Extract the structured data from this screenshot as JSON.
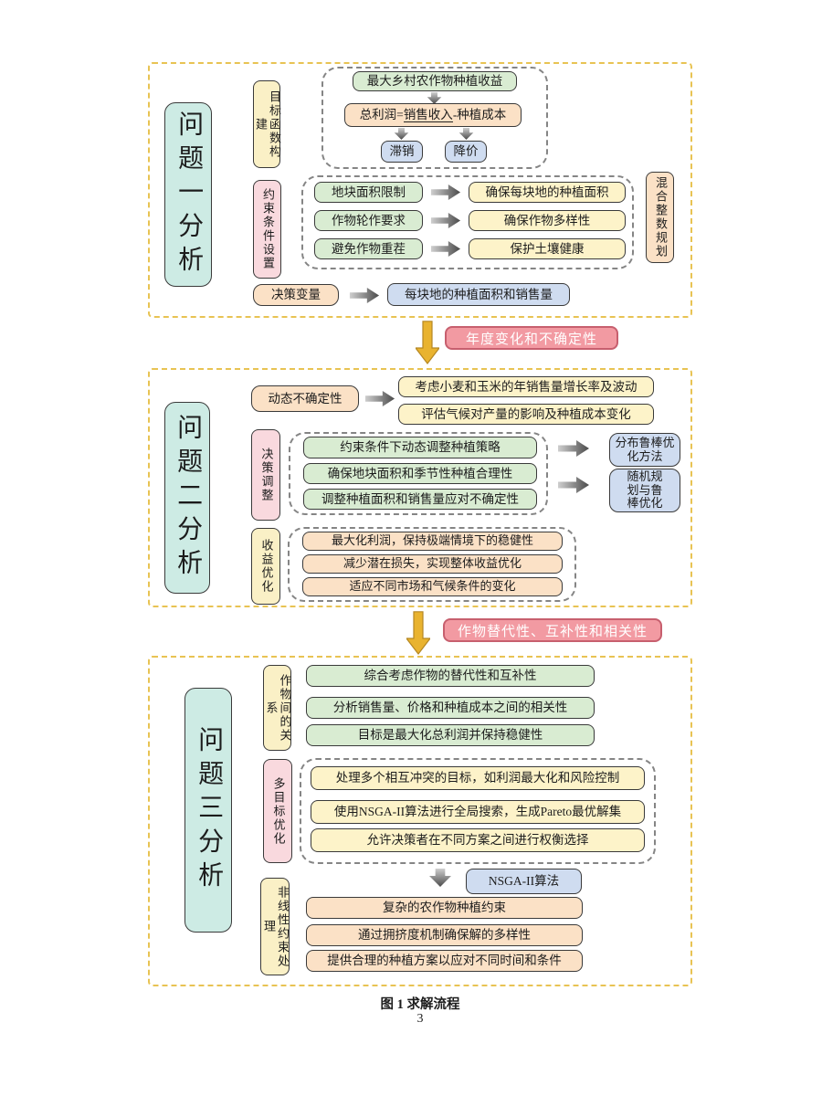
{
  "caption": {
    "figure": "图 1 求解流程",
    "page": "3"
  },
  "colors": {
    "section_border": "#e8c353",
    "group_border": "#858585",
    "teal": "#cdebe4",
    "cream": "#faf0c6",
    "pink": "#f9d9de",
    "peach": "#fbe1c6",
    "green": "#d9ecd2",
    "yellow": "#fdf3c9",
    "blue": "#cfdcf0",
    "transition_fill": "#f29aa2",
    "transition_border": "#c75f6e",
    "gold_arrow": "#e9b32f",
    "gray_arrow_dark": "#4a4a4a"
  },
  "s1": {
    "title": "问题一分析",
    "obj_label": "目标函数构建",
    "goal": "最大乡村农作物种植收益",
    "formula_pre": "总利润=",
    "formula_u": "销售收入",
    "formula_post": "-种植成本",
    "outcome1": "滞销",
    "outcome2": "降价",
    "cons_label": "约束条件设置",
    "cons": [
      {
        "from": "地块面积限制",
        "to": "确保每块地的种植面积"
      },
      {
        "from": "作物轮作要求",
        "to": "确保作物多样性"
      },
      {
        "from": "避免作物重茬",
        "to": "保护土壤健康"
      }
    ],
    "method": "混合整数规划",
    "dec_label": "决策变量",
    "dec_to": "每块地的种植面积和销售量"
  },
  "t1": "年度变化和不确定性",
  "s2": {
    "title": "问题二分析",
    "dyn_label": "动态不确定性",
    "dyn": [
      "考虑小麦和玉米的年销售量增长率及波动",
      "评估气候对产量的影响及种植成本变化"
    ],
    "adj_label": "决策调整",
    "adj": [
      "约束条件下动态调整种植策略",
      "确保地块面积和季节性种植合理性",
      "调整种植面积和销售量应对不确定性"
    ],
    "method1": "分布鲁棒优化方法",
    "method2": "随机规划与鲁棒优化",
    "rev_label": "收益优化",
    "rev": [
      "最大化利润，保持极端情境下的稳健性",
      "减少潜在损失，实现整体收益优化",
      "适应不同市场和气候条件的变化"
    ]
  },
  "t2": "作物替代性、互补性和相关性",
  "s3": {
    "title": "问题三分析",
    "rel_label": "作物间的关系",
    "rel": [
      "综合考虑作物的替代性和互补性",
      "分析销售量、价格和种植成本之间的相关性",
      "目标是最大化总利润并保持稳健性"
    ],
    "multi_label": "多目标优化",
    "multi": [
      "处理多个相互冲突的目标，如利润最大化和风险控制",
      "使用NSGA-II算法进行全局搜索，生成Pareto最优解集",
      "允许决策者在不同方案之间进行权衡选择"
    ],
    "algo": "NSGA-II算法",
    "nl_label": "非线性约束处理",
    "nl": [
      "复杂的农作物种植约束",
      "通过拥挤度机制确保解的多样性",
      "提供合理的种植方案以应对不同时间和条件"
    ]
  }
}
